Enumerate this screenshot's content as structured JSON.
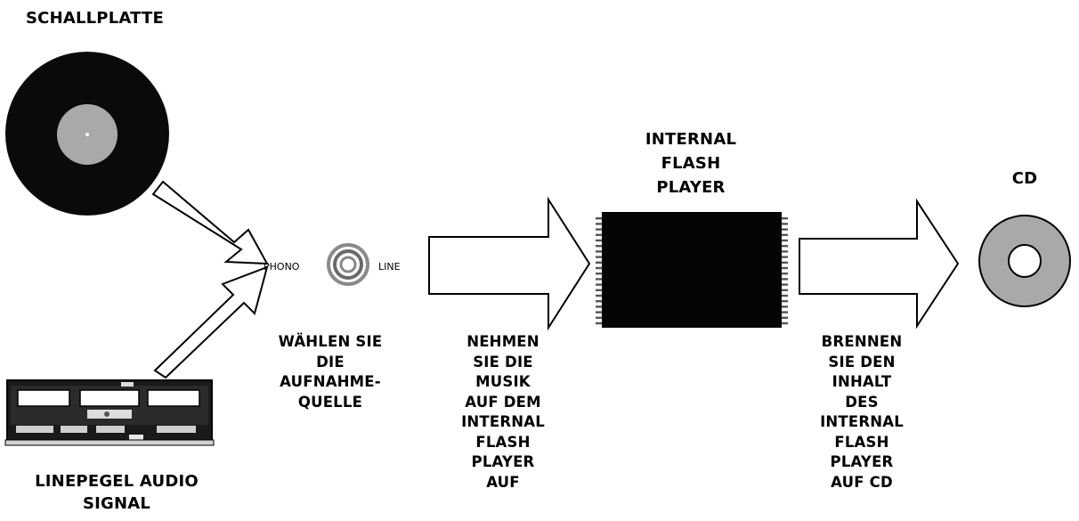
{
  "labels": {
    "record": "SCHALLPLATTE",
    "line_source": "LINEPEGEL AUDIO\nSIGNAL",
    "player_title": "INTERNAL\nFLASH\nPLAYER",
    "cd": "CD",
    "switch_phono": "PHONO",
    "switch_line": "LINE",
    "step_select": "WÄHLEN SIE\nDIE\nAUFNAHME-\nQUELLE",
    "step_record": "NEHMEN\nSIE DIE\nMUSIK\nAUF DEM\nINTERNAL\nFLASH\nPLAYER\nAUF",
    "step_burn": "BRENNEN\nSIE DEN\nINHALT\nDES\nINTERNAL\nFLASH\nPLAYER\nAUF CD"
  },
  "icons": {
    "record": "vinyl-record-icon",
    "deck": "cassette-deck-icon",
    "switch": "selector-knob-icon",
    "chip": "flash-chip-icon",
    "cd": "cd-disc-icon"
  },
  "colors": {
    "ink": "#000000",
    "grey": "#a9a9a9",
    "chip": "#050505",
    "background": "#ffffff"
  }
}
